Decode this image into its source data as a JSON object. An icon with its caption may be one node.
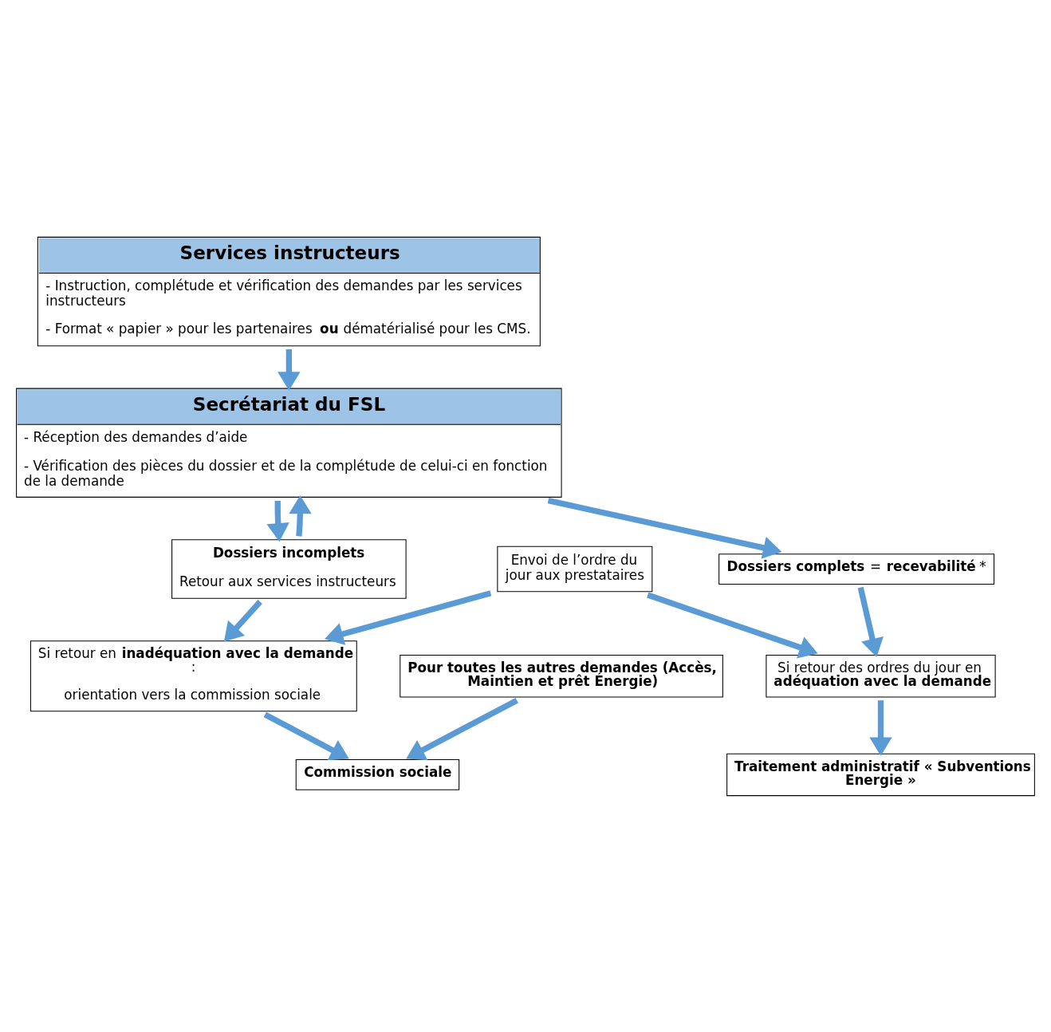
{
  "diagram": {
    "nodes": [
      {
        "text": [
          "Services instructeurs",
          "- Instruction, complétude et vérification des demandes par les services instructeurs",
          "- Format « papier » pour les partenaires **ou** dématérialisé pour les CMS."
        ]
      },
      {
        "text": [
          "Secrétariat du FSL",
          "- Réception des demandes d’aide",
          "- Vérification des pièces du dossier et de la complétude de celui-ci en fonction de la demande"
        ]
      },
      {
        "text": [
          "Dossiers incomplets",
          "Retour aux services instructeurs"
        ]
      },
      {
        "text": [
          "**Dossiers complets** = **recevabilité** *"
        ]
      },
      {
        "text": [
          "Envoi de l’ordre du jour aux prestataires"
        ]
      },
      {
        "text": [
          "Si retour en **inadéquation avec la demande** :",
          "orientation vers la commission sociale"
        ]
      },
      {
        "text": [
          "Si retour des ordres du jour en **adéquation avec la demande**"
        ]
      },
      {
        "text": [
          "Pour toutes les autres demandes (Accès, Maintien et prêt Énergie)"
        ]
      },
      {
        "text": [
          "Commission sociale"
        ]
      },
      {
        "text": [
          "Traitement administratif « Subventions Energie »"
        ]
      }
    ],
    "edges": [
      {
        "from": 0,
        "to": 1,
        "arrow": "to"
      },
      {
        "from": 1,
        "to": 2,
        "arrow": "to"
      },
      {
        "from": 2,
        "to": 1,
        "arrow": "to"
      },
      {
        "from": 1,
        "to": 3,
        "arrow": "to"
      },
      {
        "from": 2,
        "to": 5,
        "arrow": "to"
      },
      {
        "from": 4,
        "to": 5,
        "arrow": "to"
      },
      {
        "from": 4,
        "to": 6,
        "arrow": "to"
      },
      {
        "from": 3,
        "to": 6,
        "arrow": "to"
      },
      {
        "from": 5,
        "to": 8,
        "arrow": "to"
      },
      {
        "from": 7,
        "to": 8,
        "arrow": "to"
      },
      {
        "from": 6,
        "to": 9,
        "arrow": "to"
      }
    ]
  }
}
